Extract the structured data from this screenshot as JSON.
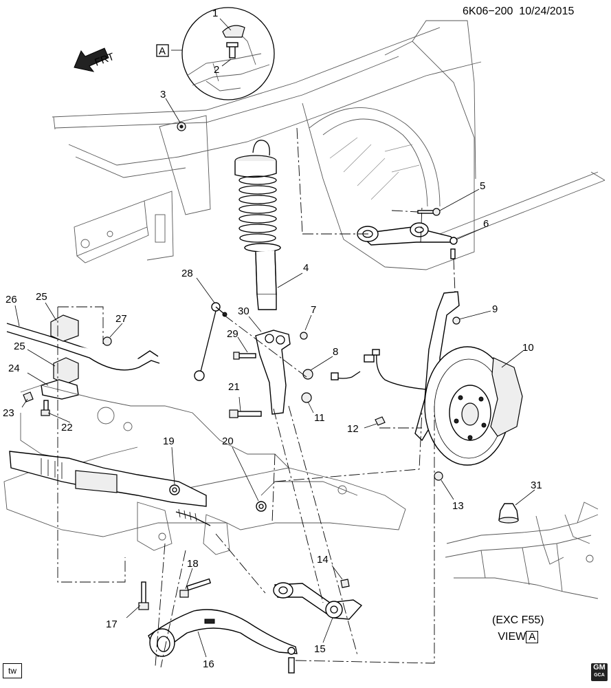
{
  "header": {
    "diagram_id": "6K06−200",
    "date": "10/24/2015"
  },
  "front_indicator": {
    "label": "FRT"
  },
  "view_a": {
    "box_label": "A",
    "caption_line1": "(EXC F55)",
    "caption_word": "VIEW",
    "caption_box": "A"
  },
  "corner_tag": "tw",
  "logo_text": "GM",
  "logo_subtext": "GCA",
  "callouts": [
    "1",
    "2",
    "3",
    "4",
    "5",
    "6",
    "7",
    "8",
    "9",
    "10",
    "11",
    "12",
    "13",
    "14",
    "15",
    "16",
    "17",
    "18",
    "19",
    "20",
    "21",
    "22",
    "23",
    "24",
    "25",
    "25",
    "26",
    "27",
    "28",
    "29",
    "30",
    "31"
  ]
}
